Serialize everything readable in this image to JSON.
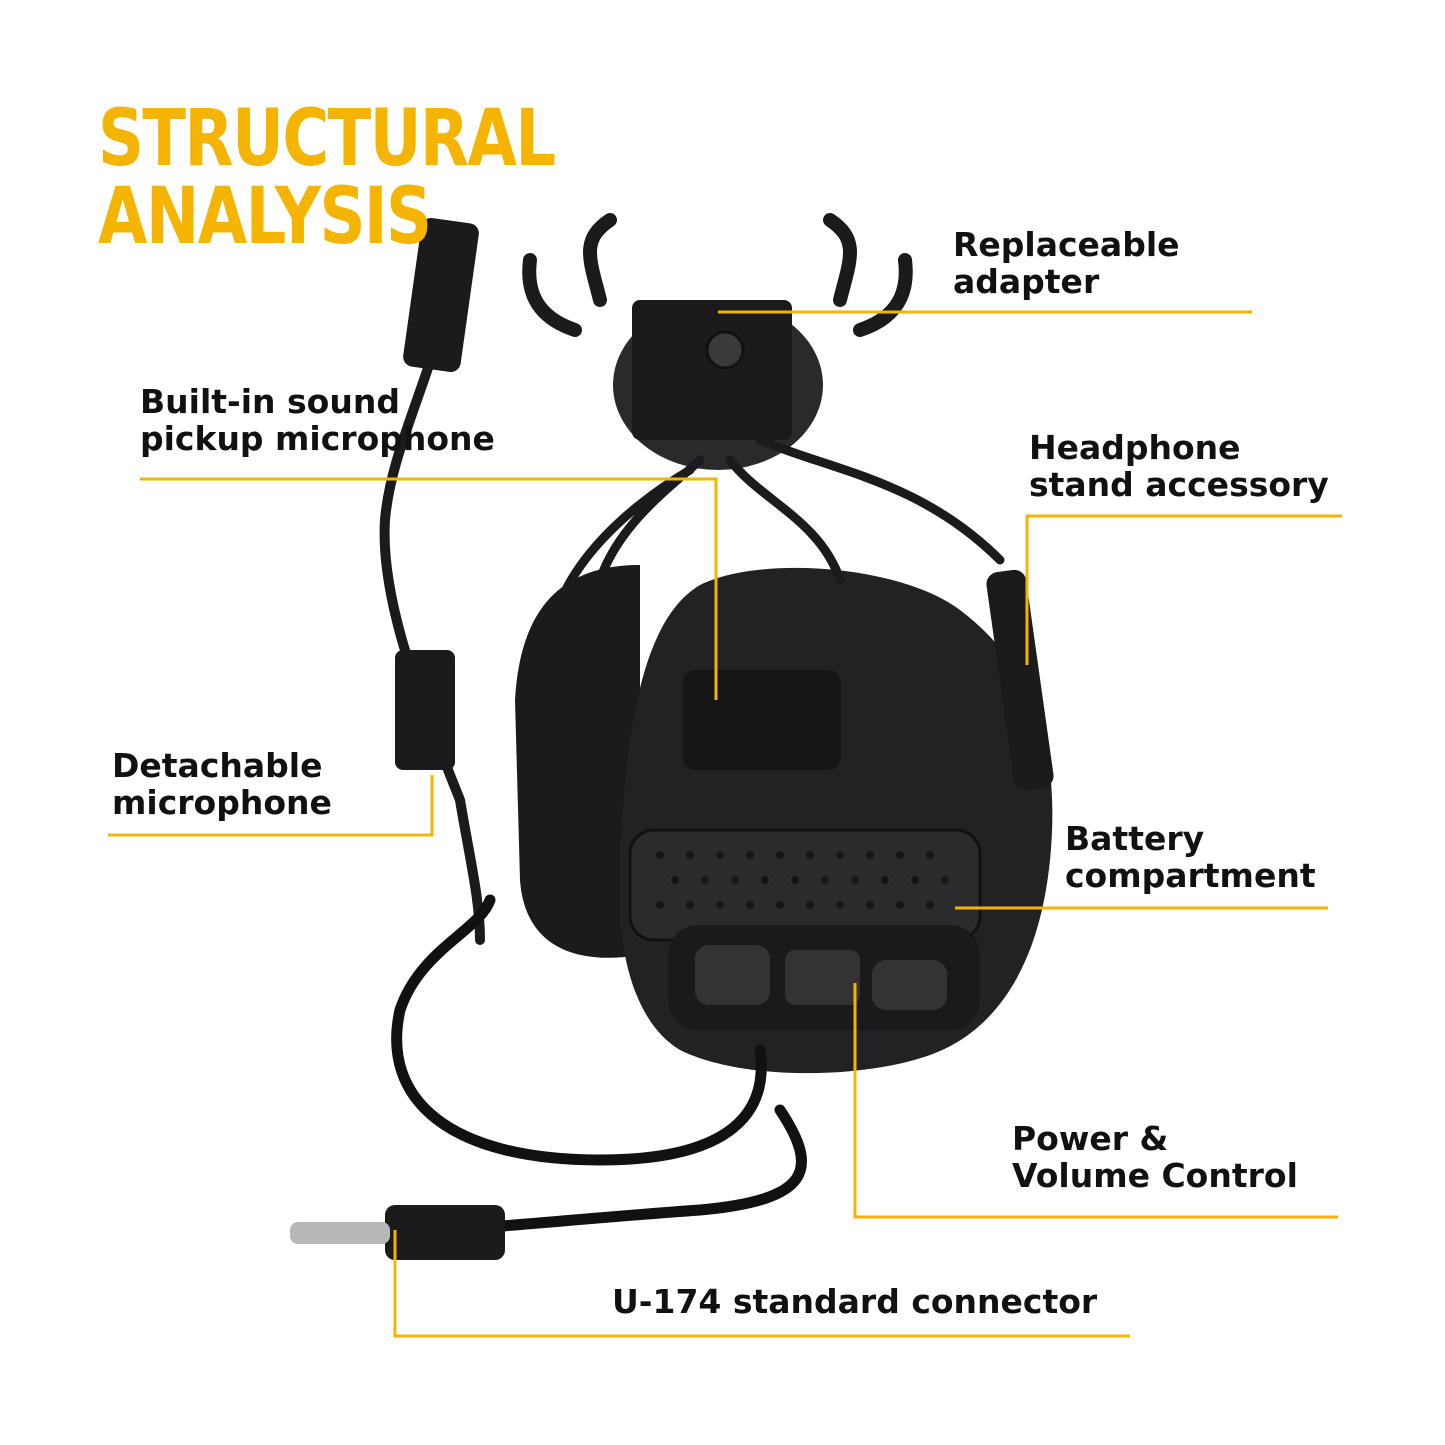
{
  "colors": {
    "accent": "#f5b400",
    "ink": "#111111",
    "product": "#1b1b1d"
  },
  "title": {
    "line1": "STRUCTURAL",
    "line2": "ANALYSIS"
  },
  "labels": {
    "adapter": {
      "line1": "Replaceable",
      "line2": "adapter"
    },
    "microphone_builtin": {
      "line1": "Built-in sound",
      "line2": "pickup microphone"
    },
    "stand": {
      "line1": "Headphone",
      "line2": "stand accessory"
    },
    "detachable_mic": {
      "line1": "Detachable",
      "line2": "microphone"
    },
    "battery": {
      "line1": "Battery",
      "line2": "compartment"
    },
    "power_volume": {
      "line1": "Power &",
      "line2": "Volume Control"
    },
    "connector": {
      "line1": "U-174 standard connector"
    }
  }
}
